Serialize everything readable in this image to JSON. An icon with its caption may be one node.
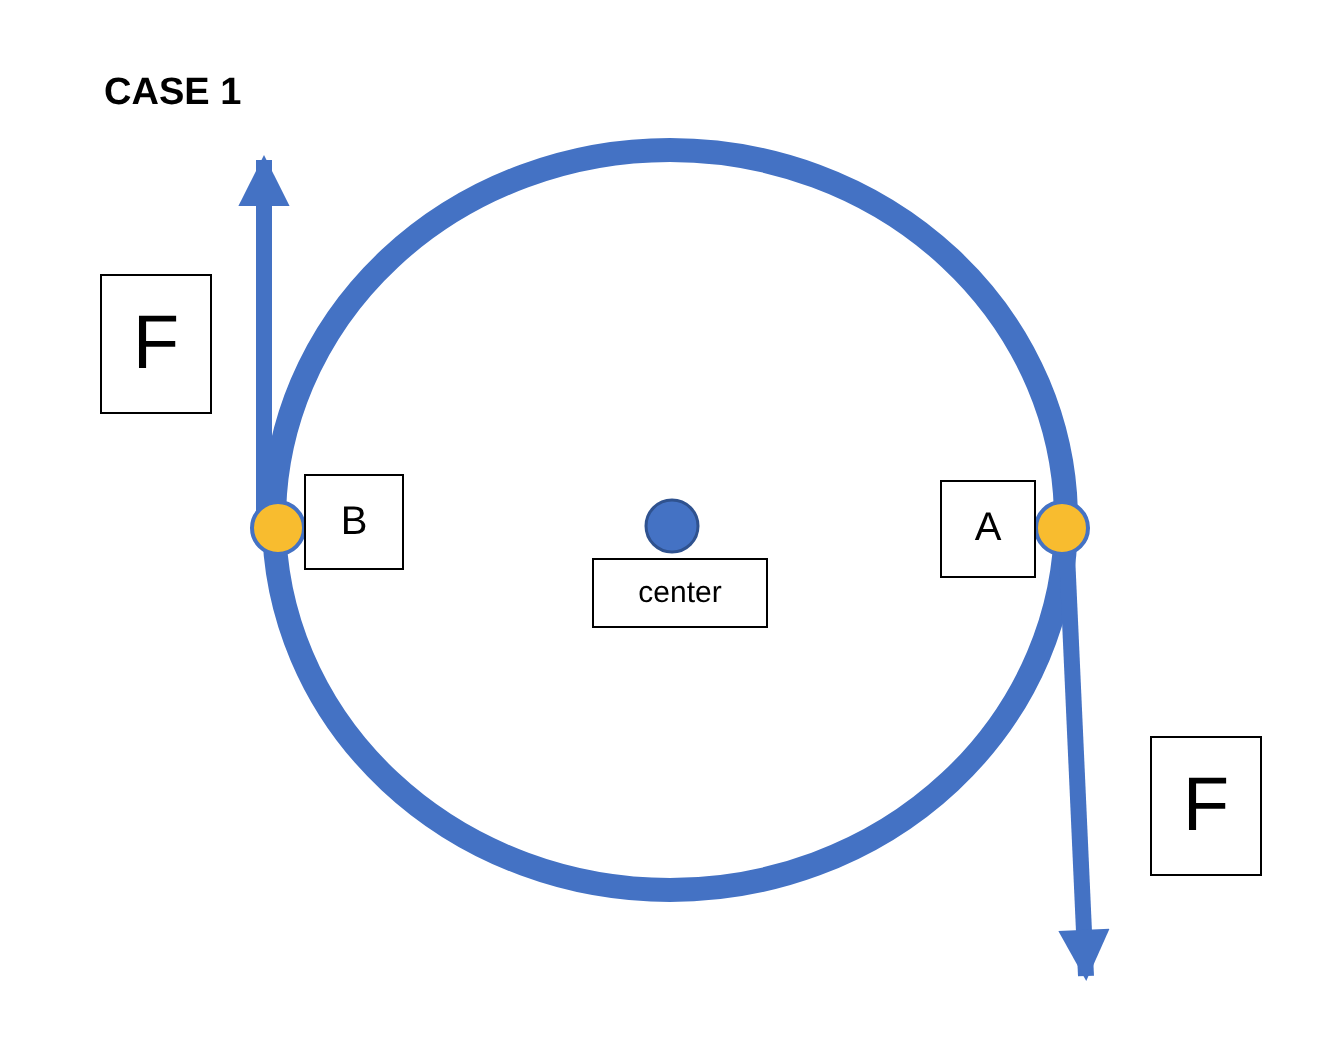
{
  "diagram": {
    "title": "CASE 1",
    "nodes": [
      {
        "text": [
          "F"
        ]
      },
      {
        "text": [
          "B"
        ]
      },
      {
        "text": [
          "center"
        ]
      },
      {
        "text": [
          "A"
        ]
      },
      {
        "text": [
          "F"
        ]
      }
    ],
    "edges": []
  }
}
